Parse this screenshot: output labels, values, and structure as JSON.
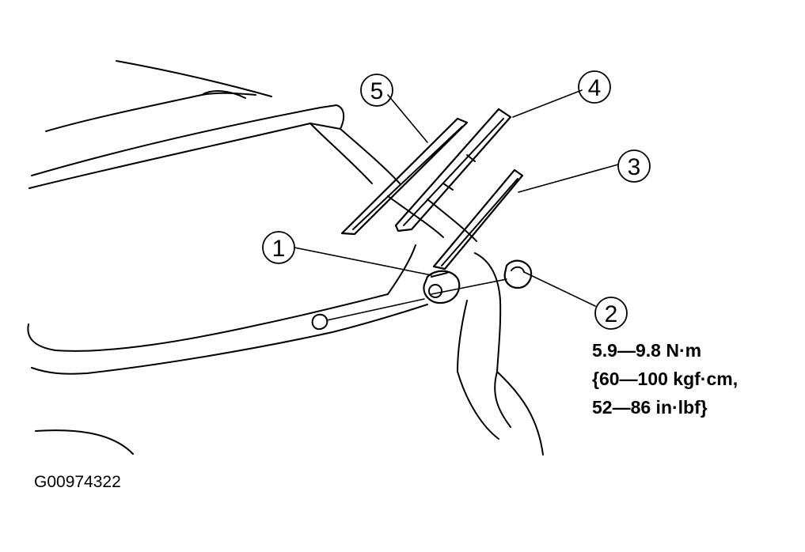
{
  "callouts": {
    "c1": "1",
    "c2": "2",
    "c3": "3",
    "c4": "4",
    "c5": "5"
  },
  "torque_spec": {
    "line1": "5.9—9.8 N·m",
    "line2": "{60—100 kgf·cm,",
    "line3": "52—86 in·lbf}"
  },
  "figure_id": "G00974322"
}
